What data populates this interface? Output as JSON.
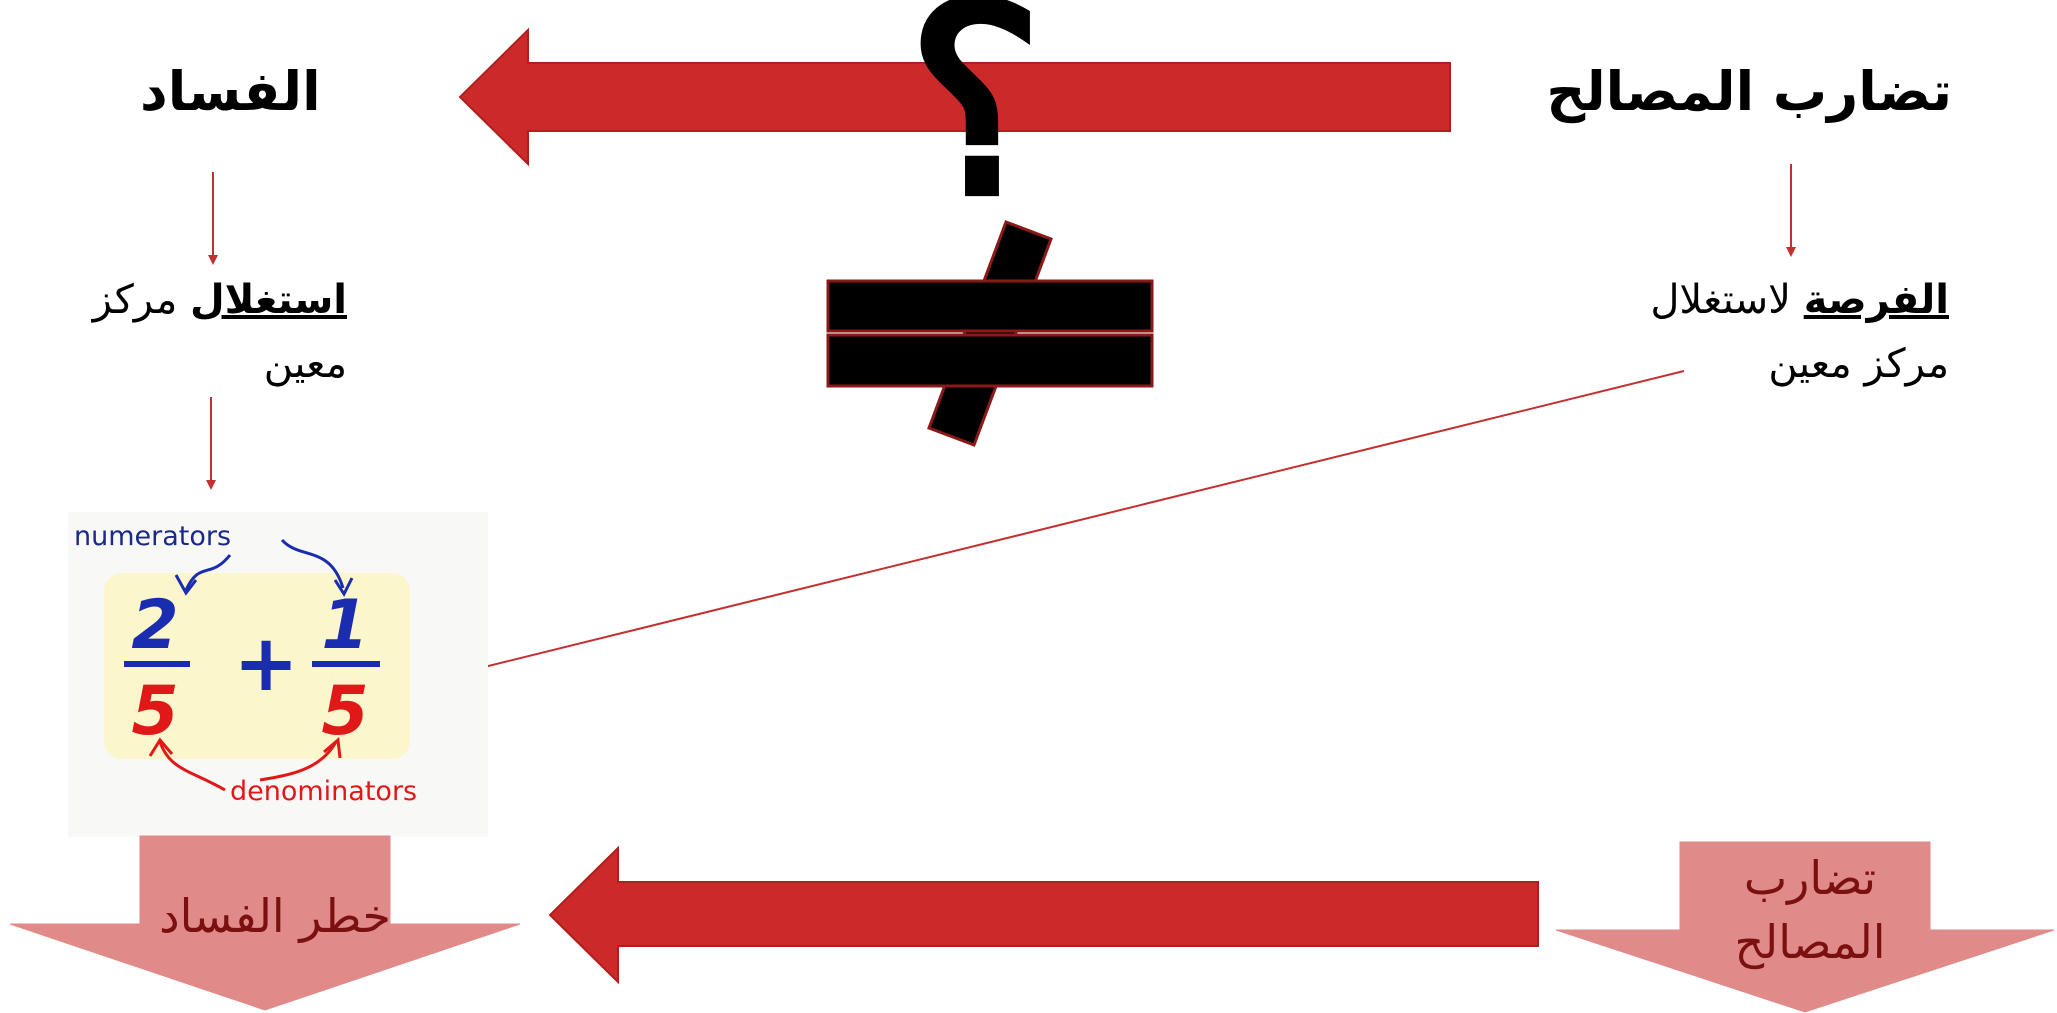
{
  "left": {
    "title": "الفساد",
    "line1_underlined": "استغلال",
    "line1_rest": " مركز",
    "line2": "معين",
    "bottom_label": "خطر الفساد"
  },
  "right": {
    "title": "تضارب المصالح",
    "line1_underlined": "الفرصة",
    "line1_rest": " لاستغلال",
    "line2": "مركز معين",
    "bottom_label_line1": "تضارب",
    "bottom_label_line2": "المصالح"
  },
  "center": {
    "question_mark": "؟",
    "not_equal_symbol": "≠"
  },
  "fraction_image": {
    "top_note": "numerators",
    "bottom_note": "denominators",
    "numerator_1": "2",
    "denominator_1": "5",
    "operator": "+",
    "numerator_2": "1",
    "denominator_2": "5"
  },
  "colors": {
    "arrow_red": "#cc2a2a",
    "thin_arrow": "#c43030",
    "bottom_arrow_fill": "#e08a8a",
    "fraction_bg": "#fbf6cc",
    "numerator_blue": "#1a2db0",
    "denominator_red": "#e01818"
  }
}
